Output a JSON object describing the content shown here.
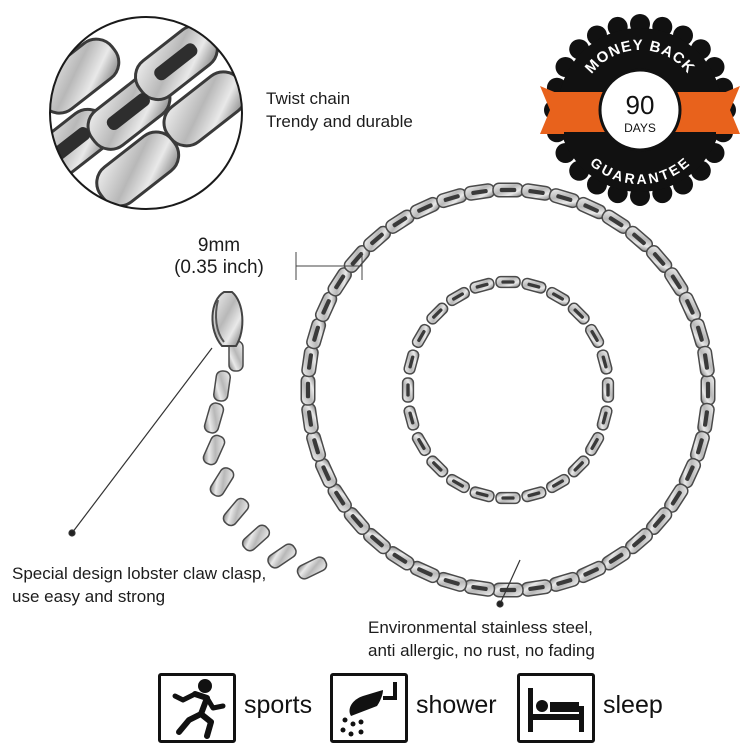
{
  "features": {
    "twist": {
      "line1": "Twist chain",
      "line2": "Trendy and durable"
    },
    "size": {
      "mm": "9mm",
      "inch": "(0.35 inch)"
    },
    "clasp": {
      "line1": "Special design lobster claw clasp,",
      "line2": "use easy and strong"
    },
    "steel": {
      "line1": "Environmental stainless steel,",
      "line2": "anti allergic, no rust, no fading"
    }
  },
  "badge": {
    "top_text": "MONEY BACK",
    "number": "90",
    "unit": "DAYS",
    "bottom_text": "GUARANTEE",
    "colors": {
      "ring": "#111111",
      "ribbon": "#e8621c",
      "center": "#ffffff"
    }
  },
  "usage": [
    {
      "icon": "running-person-icon",
      "label": "sports"
    },
    {
      "icon": "shower-head-icon",
      "label": "shower"
    },
    {
      "icon": "bed-sleeping-icon",
      "label": "sleep"
    }
  ]
}
